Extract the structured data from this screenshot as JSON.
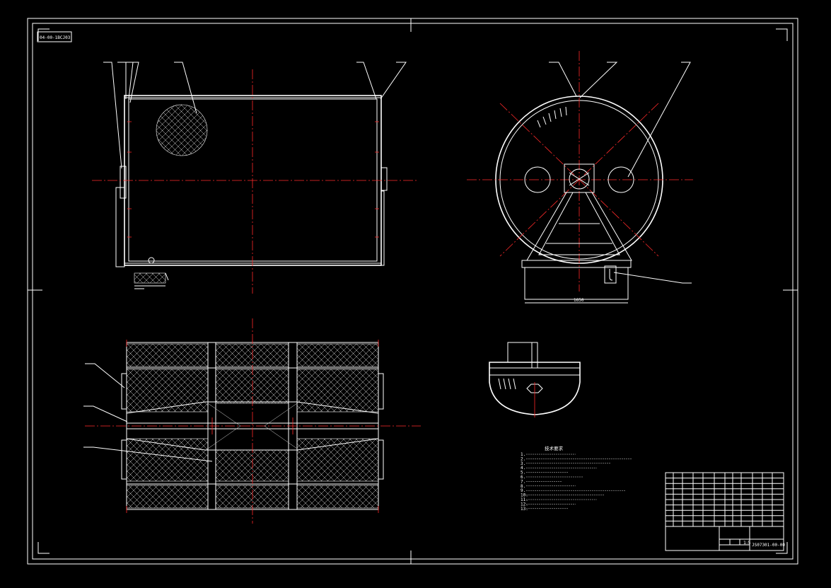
{
  "drawing": {
    "code_box": "04-00-1BCJ03"
  },
  "tech_notes": {
    "title": "技术要求",
    "lines": [
      "1.",
      "2.",
      "3.",
      "4.",
      "5.",
      "6.",
      "7.",
      "8.",
      "9.",
      "10.",
      "11.",
      "12.",
      "13."
    ]
  },
  "title_block": {
    "drawing_number": "JS07301-00-00",
    "scale": "1:5"
  },
  "colors": {
    "background": "#000000",
    "line": "#ffffff",
    "centerline": "#ff2a2a"
  }
}
